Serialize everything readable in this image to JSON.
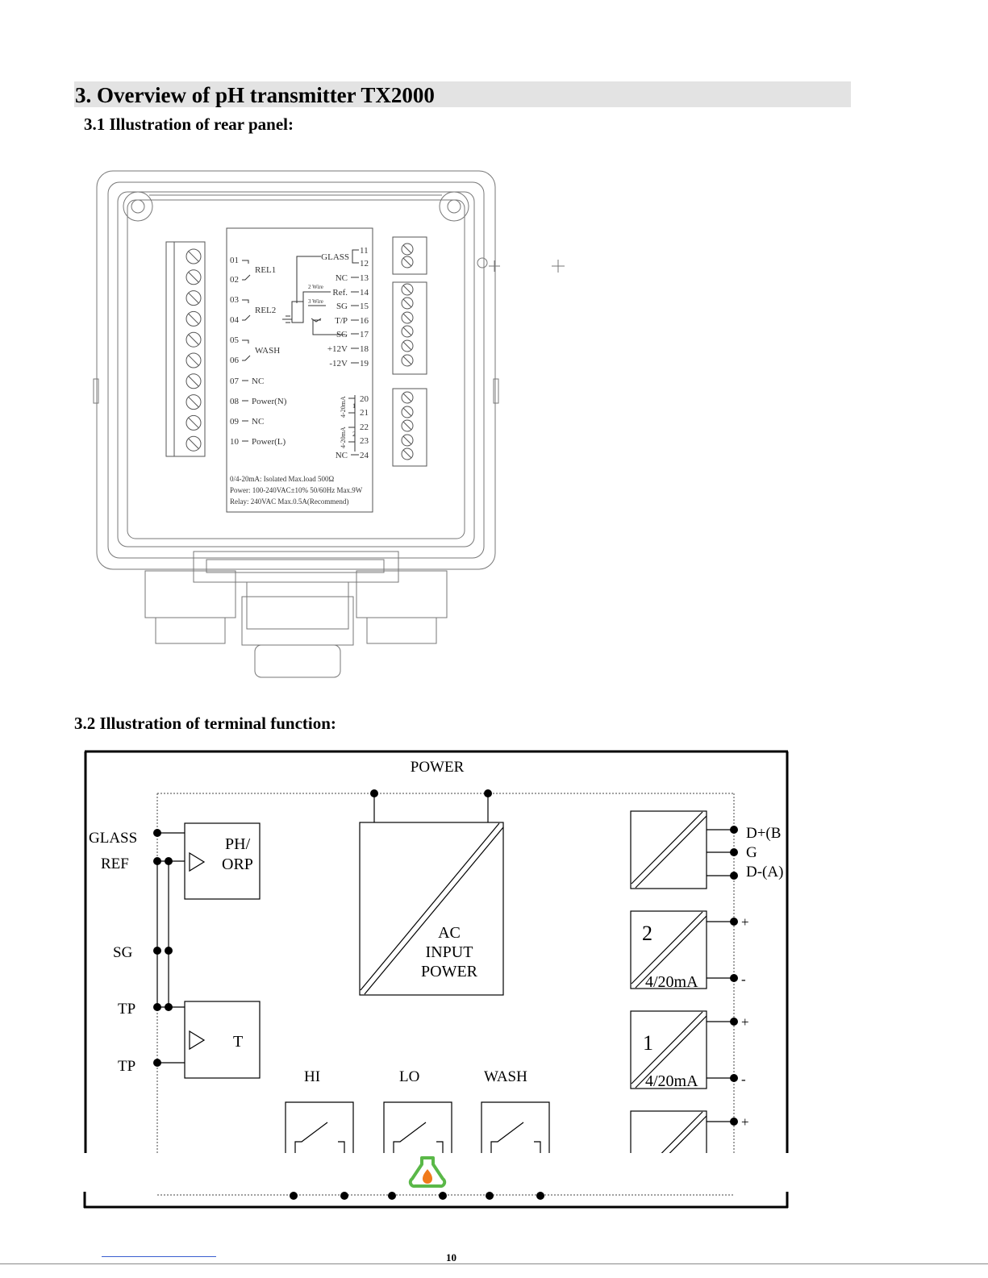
{
  "heading": "3. Overview of pH transmitter TX2000",
  "section_31": "3.1 Illustration of rear panel:",
  "section_32": "3.2 Illustration of terminal function:",
  "rear_panel": {
    "left_terminals": [
      {
        "num": "01",
        "text": ""
      },
      {
        "num": "02",
        "text": ""
      },
      {
        "num": "03",
        "text": ""
      },
      {
        "num": "04",
        "text": ""
      },
      {
        "num": "05",
        "text": ""
      },
      {
        "num": "06",
        "text": ""
      },
      {
        "num": "07",
        "text": "NC"
      },
      {
        "num": "08",
        "text": "Power(N)"
      },
      {
        "num": "09",
        "text": "NC"
      },
      {
        "num": "10",
        "text": "Power(L)"
      }
    ],
    "relay_labels": [
      "REL1",
      "REL2",
      "WASH"
    ],
    "right_terminals": [
      {
        "name": "GLASS",
        "num": "11"
      },
      {
        "name": "",
        "num": "12"
      },
      {
        "name": "NC",
        "num": "13"
      },
      {
        "name": "Ref.",
        "num": "14"
      },
      {
        "name": "SG",
        "num": "15"
      },
      {
        "name": "T/P",
        "num": "16"
      },
      {
        "name": "SG",
        "num": "17"
      },
      {
        "name": "+12V",
        "num": "18"
      },
      {
        "name": "-12V",
        "num": "19"
      },
      {
        "name": "",
        "num": "20"
      },
      {
        "name": "",
        "num": "21"
      },
      {
        "name": "",
        "num": "22"
      },
      {
        "name": "",
        "num": "23"
      },
      {
        "name": "NC",
        "num": "24"
      }
    ],
    "wire_labels": [
      "2 Wire",
      "3 Wire"
    ],
    "current_labels": [
      "4-20mA",
      "4-20mA"
    ],
    "loop_labels": [
      "1",
      "2"
    ],
    "spec_lines": [
      "0/4-20mA: Isolated Max.load 500Ω",
      "Power: 100-240VAC±10% 50/60Hz Max.9W",
      "Relay: 240VAC Max.0.5A(Recommend)"
    ]
  },
  "terminal_diagram": {
    "power_label": "POWER",
    "left_labels": [
      "GLASS",
      "REF",
      "SG",
      "TP",
      "TP"
    ],
    "ph_block": [
      "PH/",
      "ORP"
    ],
    "t_block": "T",
    "ac_block": [
      "AC",
      "INPUT",
      "POWER"
    ],
    "relay_labels": [
      "HI",
      "LO",
      "WASH"
    ],
    "rs485_labels": [
      "D+(B",
      "G",
      "D-(A)"
    ],
    "out2": {
      "num": "2",
      "label": "4/20mA"
    },
    "out1": {
      "num": "1",
      "label": "4/20mA"
    },
    "plus": "+",
    "minus": "-"
  },
  "page_number": "10",
  "colors": {
    "logo_green": "#5ab848",
    "logo_orange": "#f07a1a",
    "heading_bar": "#e3e3e3"
  }
}
